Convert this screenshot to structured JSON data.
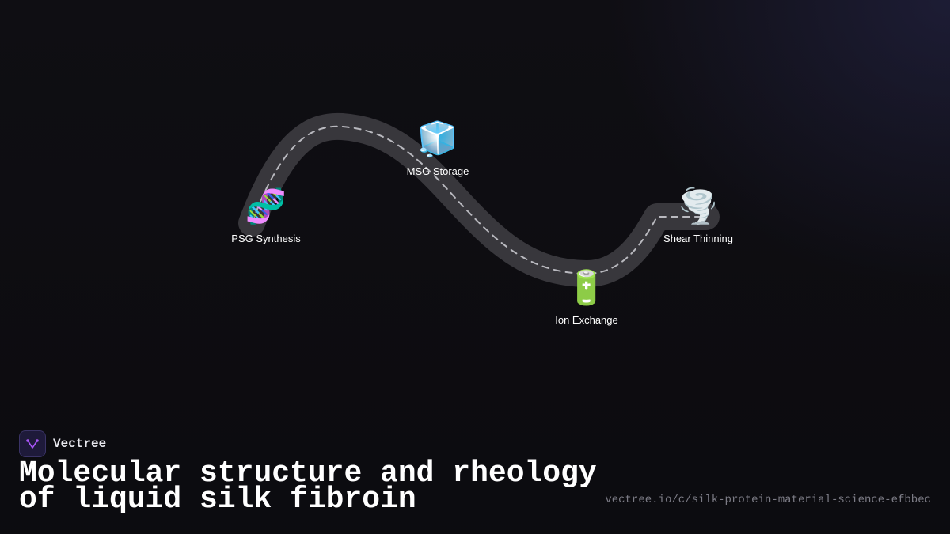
{
  "diagram": {
    "stages": [
      {
        "icon": "dna-icon",
        "glyph": "🧬",
        "label": "PSG Synthesis"
      },
      {
        "icon": "ice-cube-icon",
        "glyph": "🧊",
        "label": "MSG Storage"
      },
      {
        "icon": "battery-icon",
        "glyph": "🔋",
        "label": "Ion Exchange"
      },
      {
        "icon": "tornado-icon",
        "glyph": "🌪️",
        "label": "Shear Thinning"
      }
    ],
    "road_color": "#38373c",
    "dash_color": "#b9b9bf"
  },
  "brand": {
    "name": "Vectree",
    "logo_icon": "vectree-logo-icon",
    "accent": "#a855f7"
  },
  "title": "Molecular structure and rheology of liquid silk fibroin",
  "url": "vectree.io/c/silk-protein-material-science-efbbec"
}
